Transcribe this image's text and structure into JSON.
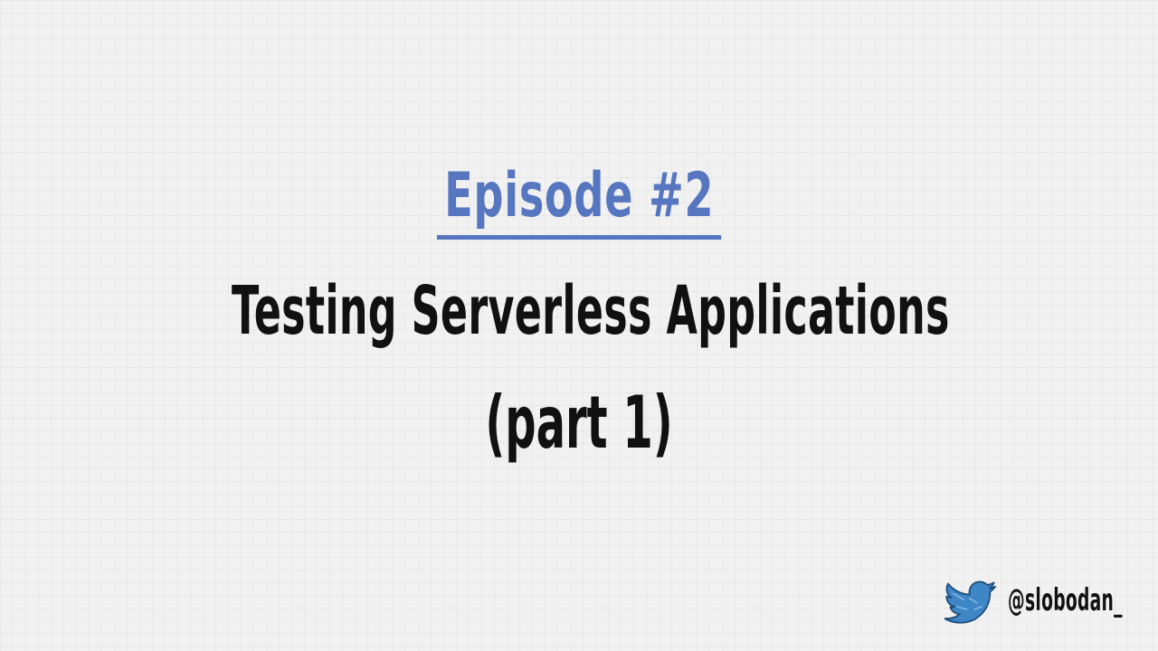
{
  "slide": {
    "episode": "Episode #2",
    "title": "Testing Serverless Applications",
    "subtitle": "(part 1)",
    "handle": "@slobodan_",
    "icons": {
      "social": "twitter-bird-icon"
    }
  },
  "colors": {
    "accent": "#5776c0",
    "text": "#111111",
    "background": "#f1f1f1"
  }
}
